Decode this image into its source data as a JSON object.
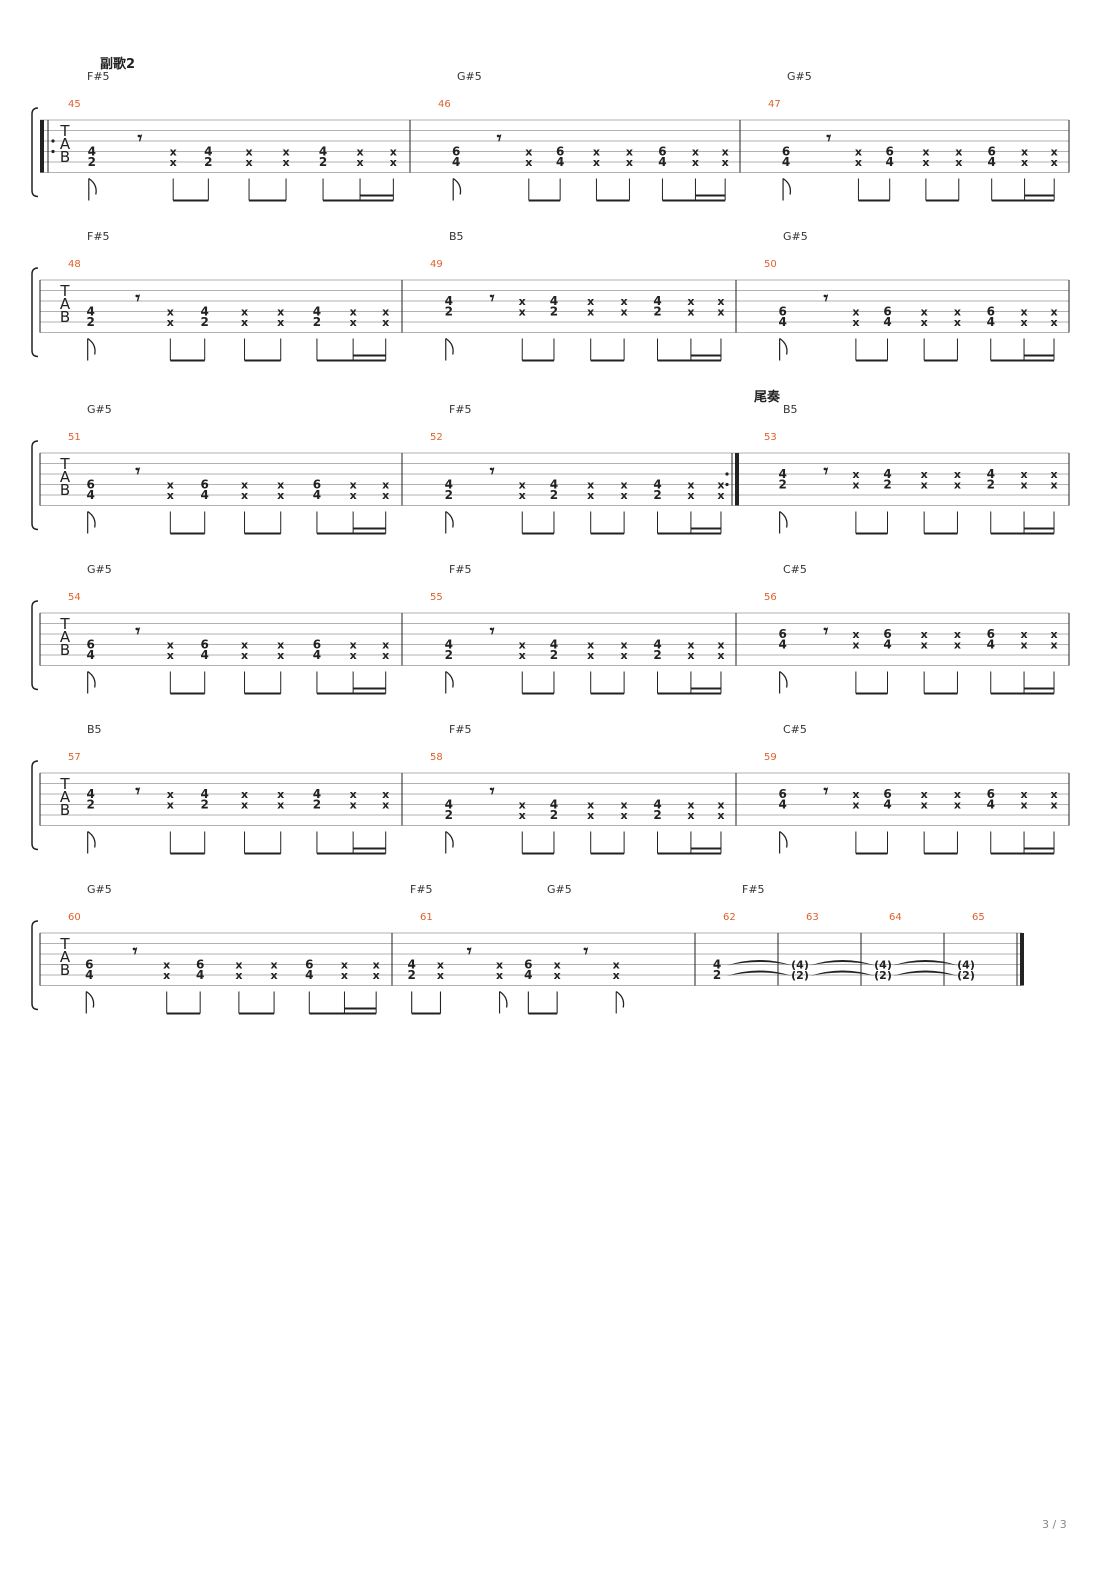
{
  "page": {
    "number_label": "3 / 3"
  },
  "tab_letters": [
    "T",
    "A",
    "B"
  ],
  "rest_glyph": "𝄾",
  "mute_glyph": "x",
  "systems": [
    {
      "clef": "T A B",
      "section": "副歌2",
      "section_before_bar": null,
      "repeat_start": true,
      "repeat_end_after": null,
      "bars": [
        {
          "number": "45",
          "chords": [
            "F#5"
          ],
          "pattern": "std",
          "top": "4",
          "bottom": "2"
        },
        {
          "number": "46",
          "chords": [
            "G#5"
          ],
          "pattern": "std",
          "top": "6",
          "bottom": "4"
        },
        {
          "number": "47",
          "chords": [
            "G#5"
          ],
          "pattern": "std",
          "top": "6",
          "bottom": "4"
        }
      ]
    },
    {
      "clef": "T A B",
      "section": null,
      "section_before_bar": null,
      "repeat_start": false,
      "repeat_end_after": null,
      "bars": [
        {
          "number": "48",
          "chords": [
            "F#5"
          ],
          "pattern": "std",
          "top": "4",
          "bottom": "2"
        },
        {
          "number": "49",
          "chords": [
            "B5"
          ],
          "pattern": "std",
          "top": "4",
          "bottom": "2",
          "high": true
        },
        {
          "number": "50",
          "chords": [
            "G#5"
          ],
          "pattern": "std",
          "top": "6",
          "bottom": "4"
        }
      ]
    },
    {
      "clef": "T A B",
      "section": null,
      "section_before_bar": {
        "index": 2,
        "label": "尾奏"
      },
      "repeat_start": false,
      "repeat_end_after": 1,
      "bars": [
        {
          "number": "51",
          "chords": [
            "G#5"
          ],
          "pattern": "std",
          "top": "6",
          "bottom": "4"
        },
        {
          "number": "52",
          "chords": [
            "F#5"
          ],
          "pattern": "std",
          "top": "4",
          "bottom": "2"
        },
        {
          "number": "53",
          "chords": [
            "B5"
          ],
          "pattern": "std",
          "top": "4",
          "bottom": "2",
          "high": true
        }
      ]
    },
    {
      "clef": "T A B",
      "section": null,
      "section_before_bar": null,
      "repeat_start": false,
      "repeat_end_after": null,
      "bars": [
        {
          "number": "54",
          "chords": [
            "G#5"
          ],
          "pattern": "std",
          "top": "6",
          "bottom": "4"
        },
        {
          "number": "55",
          "chords": [
            "F#5"
          ],
          "pattern": "std",
          "top": "4",
          "bottom": "2"
        },
        {
          "number": "56",
          "chords": [
            "C#5"
          ],
          "pattern": "std",
          "top": "6",
          "bottom": "4",
          "high": true
        }
      ]
    },
    {
      "clef": "T A B",
      "section": null,
      "section_before_bar": null,
      "repeat_start": false,
      "repeat_end_after": null,
      "bars": [
        {
          "number": "57",
          "chords": [
            "B5"
          ],
          "pattern": "std",
          "top": "4",
          "bottom": "2",
          "high": true
        },
        {
          "number": "58",
          "chords": [
            "F#5"
          ],
          "pattern": "std",
          "top": "4",
          "bottom": "2"
        },
        {
          "number": "59",
          "chords": [
            "C#5"
          ],
          "pattern": "std",
          "top": "6",
          "bottom": "4",
          "high": true
        }
      ]
    },
    {
      "clef": "T A B",
      "section": null,
      "section_before_bar": null,
      "repeat_start": false,
      "repeat_end_after": null,
      "final": true,
      "bars": [
        {
          "number": "60",
          "chords": [
            "G#5"
          ],
          "pattern": "std",
          "top": "6",
          "bottom": "4"
        },
        {
          "number": "61",
          "chords": [
            "F#5",
            "G#5"
          ],
          "pattern": "split",
          "top": "4",
          "bottom": "2",
          "top2": "6",
          "bottom2": "4"
        },
        {
          "number": "62",
          "chords": [
            "F#5"
          ],
          "pattern": "whole",
          "top": "4",
          "bottom": "2"
        },
        {
          "number": "63",
          "chords": [],
          "pattern": "tied",
          "top": "(4)",
          "bottom": "(2)"
        },
        {
          "number": "64",
          "chords": [],
          "pattern": "tied",
          "top": "(4)",
          "bottom": "(2)"
        },
        {
          "number": "65",
          "chords": [],
          "pattern": "tied",
          "top": "(4)",
          "bottom": "(2)"
        }
      ]
    }
  ]
}
